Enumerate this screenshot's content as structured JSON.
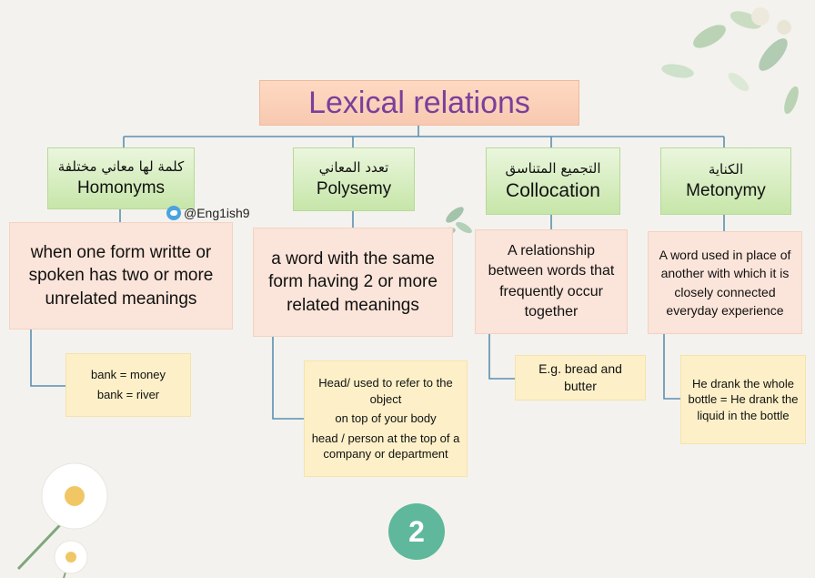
{
  "title": "Lexical relations",
  "handle": "@Eng1ish9",
  "page_number": "2",
  "columns": [
    {
      "arabic": "كلمة لها معاني مختلفة",
      "english": "Homonyms",
      "definition": "when one form writte or spoken has two or more unrelated meanings",
      "examples": [
        "bank = money",
        "bank = river"
      ]
    },
    {
      "arabic": "تعدد المعاني",
      "english": "Polysemy",
      "definition": "a word with the same form having 2 or more related meanings",
      "examples": [
        "Head/ used to refer to the object",
        "on top of your body",
        "head / person at the top of a company or department"
      ]
    },
    {
      "arabic": "التجميع المتناسق",
      "english": "Collocation",
      "definition": "A relationship between words that frequently occur together",
      "examples": [
        "E.g. bread and butter"
      ]
    },
    {
      "arabic": "الكناية",
      "english": "Metonymy",
      "definition": "A word used in place of another with which it is closely connected everyday experience",
      "examples": [
        "He drank the whole bottle = He drank the liquid in the bottle"
      ]
    }
  ]
}
